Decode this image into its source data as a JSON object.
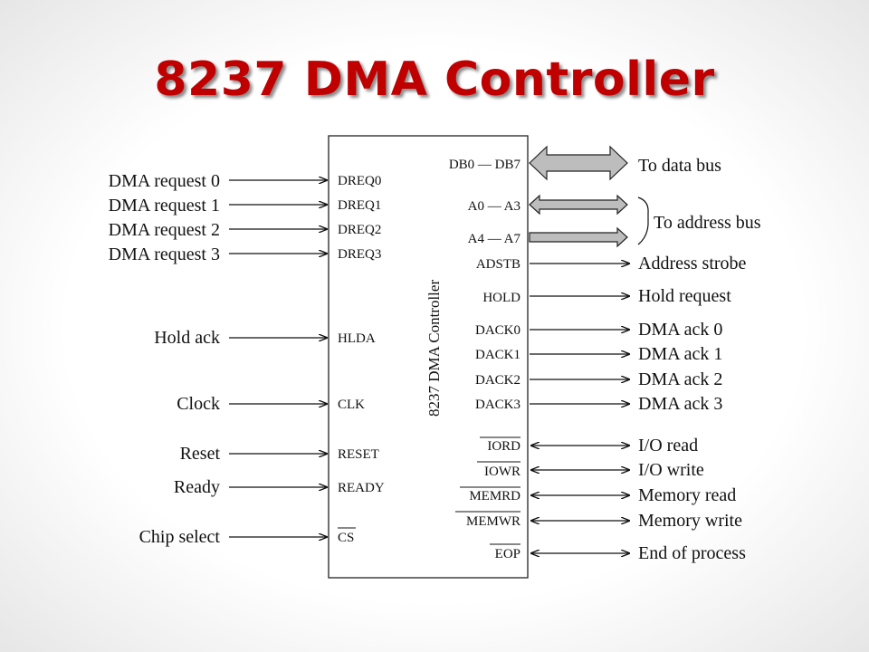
{
  "title": "8237 DMA Controller",
  "chip_name": "8237 DMA Controller",
  "inputs": [
    {
      "signal": "DMA request 0",
      "pin": "DREQ0"
    },
    {
      "signal": "DMA request 1",
      "pin": "DREQ1"
    },
    {
      "signal": "DMA request 2",
      "pin": "DREQ2"
    },
    {
      "signal": "DMA request 3",
      "pin": "DREQ3"
    },
    {
      "signal": "Hold ack",
      "pin": "HLDA"
    },
    {
      "signal": "Clock",
      "pin": "CLK"
    },
    {
      "signal": "Reset",
      "pin": "RESET"
    },
    {
      "signal": "Ready",
      "pin": "READY"
    },
    {
      "signal": "Chip select",
      "pin": "CS"
    }
  ],
  "buses": [
    {
      "pin": "DB0 — DB7",
      "label": "To data bus"
    },
    {
      "pin": "A0 — A3"
    },
    {
      "pin": "A4 — A7"
    }
  ],
  "address_bus_label": "To address bus",
  "outputs": [
    {
      "pin": "ADSTB",
      "signal": "Address strobe"
    },
    {
      "pin": "HOLD",
      "signal": "Hold request"
    },
    {
      "pin": "DACK0",
      "signal": "DMA ack 0"
    },
    {
      "pin": "DACK1",
      "signal": "DMA ack 1"
    },
    {
      "pin": "DACK2",
      "signal": "DMA ack 2"
    },
    {
      "pin": "DACK3",
      "signal": "DMA ack 3"
    },
    {
      "pin": "IORD",
      "signal": "I/O read"
    },
    {
      "pin": "IOWR",
      "signal": "I/O write"
    },
    {
      "pin": "MEMRD",
      "signal": "Memory read"
    },
    {
      "pin": "MEMWR",
      "signal": "Memory write"
    },
    {
      "pin": "EOP",
      "signal": "End of process"
    }
  ]
}
